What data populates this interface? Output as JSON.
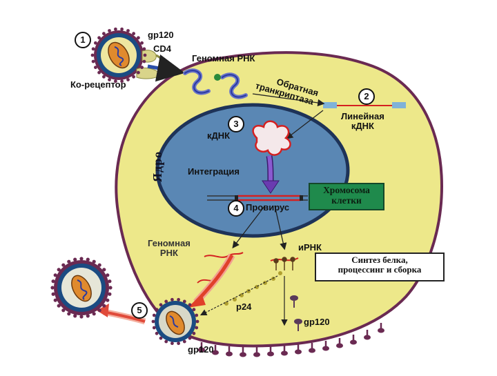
{
  "diagram": {
    "steps": [
      "1",
      "2",
      "3",
      "4",
      "5"
    ],
    "labels": {
      "gp120_top": "gp120",
      "cd4": "CD4",
      "coreceptor": "Ко-рецептор",
      "genomic_rna_top": "Геномная РНК",
      "reverse_transcriptase_line1": "Обратная",
      "reverse_transcriptase_line2": "транкриптаза",
      "linear_cdna_line1": "Линейная",
      "linear_cdna_line2": "кДНК",
      "cdna": "кДНК",
      "nucleus": "Ядро",
      "integration": "Интеграция",
      "chromosome_line1": "Хромосома",
      "chromosome_line2": "клетки",
      "provirus": "Провирус",
      "genomic_rna_bottom_line1": "Геномная",
      "genomic_rna_bottom_line2": "РНК",
      "mrna": "иРНК",
      "synthesis_line1": "Синтез белка,",
      "synthesis_line2": "процессинг и сборка",
      "p24": "p24",
      "gp120_right": "gp120",
      "gp120_bottom": "gp120"
    },
    "colors": {
      "cytoplasm": "#ede88a",
      "cell_membrane": "#6a2a52",
      "nucleus": "#5a87b4",
      "nuclear_envelope": "#1e3358",
      "virus_outer": "#1b4b82",
      "virus_capsid": "#e08a2e",
      "rna": "#2a3aa0",
      "cdna": "#d42020",
      "chromosome_box": "#1f8a4c",
      "arrow_purple": "#6a3bb0",
      "arrow_red": "#e0402a"
    }
  }
}
